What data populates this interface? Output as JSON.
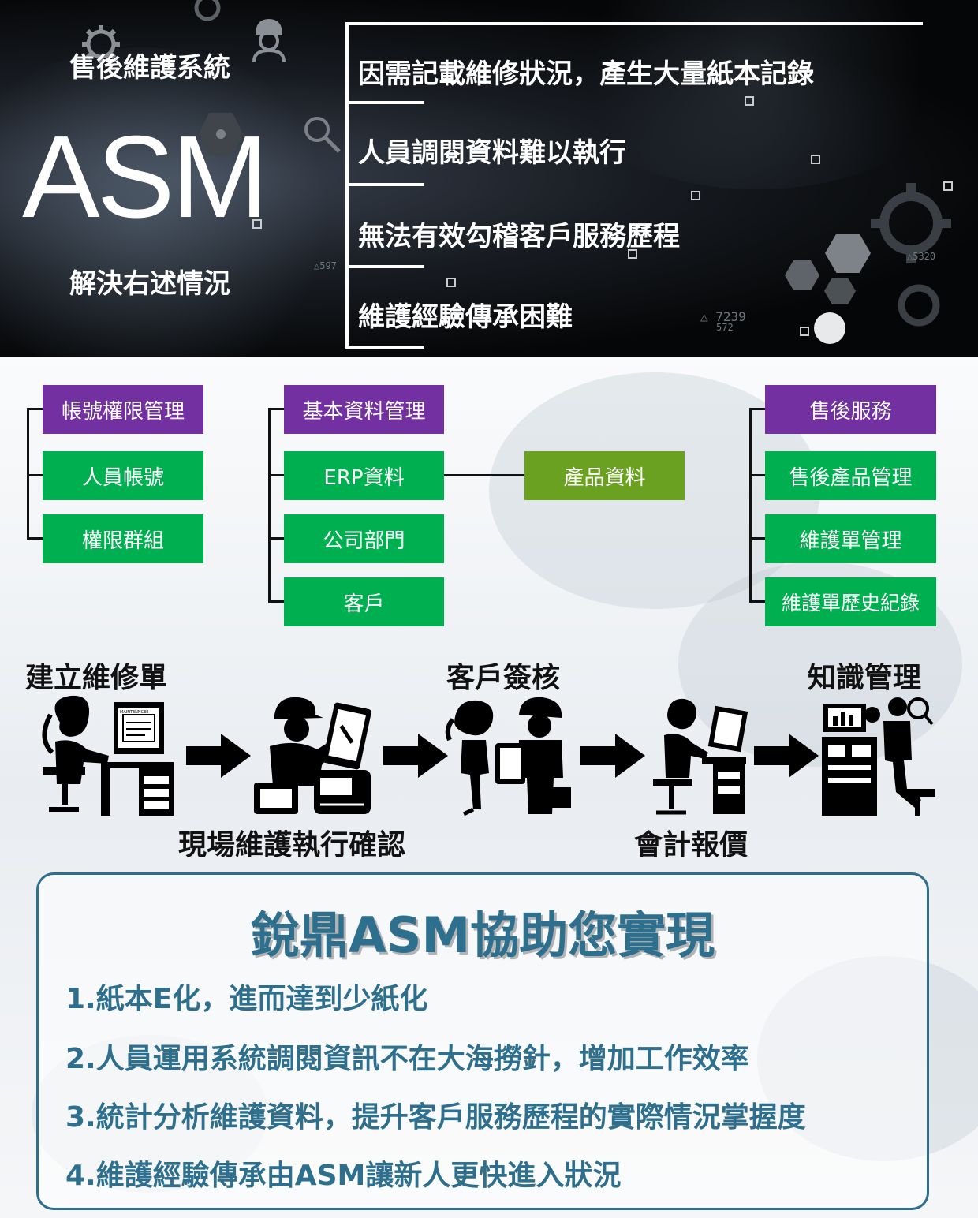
{
  "header": {
    "system_name": "售後維護系統",
    "title": "ASM",
    "subtitle": "解決右述情況",
    "problems": [
      "因需記載維修狀況，產生大量紙本記錄",
      "人員調閱資料難以執行",
      "無法有效勾稽客戶服務歷程",
      "維護經驗傳承困難"
    ],
    "decor_numbers": [
      "5320",
      "7239",
      "572",
      "597"
    ]
  },
  "modules": {
    "account": {
      "title": "帳號權限管理",
      "items": [
        "人員帳號",
        "權限群組"
      ]
    },
    "basic": {
      "title": "基本資料管理",
      "items": [
        "ERP資料",
        "公司部門",
        "客戶"
      ],
      "linked": "產品資料"
    },
    "after_sales": {
      "title": "售後服務",
      "items": [
        "售後產品管理",
        "維護單管理",
        "維護單歷史紀錄"
      ]
    }
  },
  "flow": {
    "steps": [
      "建立維修單",
      "現場維護執行確認",
      "客戶簽核",
      "會計報價",
      "知識管理"
    ],
    "icons": [
      "office-worker-icon",
      "technician-icon",
      "customer-signoff-icon",
      "accountant-icon",
      "knowledge-manager-icon"
    ],
    "monitor_text": "MAINTENNCEE"
  },
  "benefits": {
    "title": "銳鼎ASM協助您實現",
    "items": [
      "1.紙本E化，進而達到少紙化",
      "2.人員運用系統調閱資訊不在大海撈針，增加工作效率",
      "3.統計分析維護資料，提升客戶服務歷程的實際情況掌握度",
      "4.維護經驗傳承由ASM讓新人更快進入狀況"
    ]
  },
  "colors": {
    "purple": "#7230a1",
    "green": "#00b050",
    "olive": "#6aa121",
    "teal": "#2e6f8e"
  }
}
